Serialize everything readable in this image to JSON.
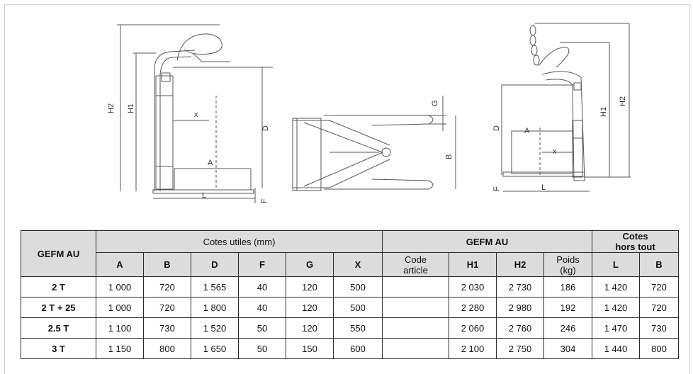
{
  "drawings": {
    "side_view": {
      "labels": [
        "H2",
        "H1",
        "x",
        "D",
        "A",
        "L",
        "F"
      ]
    },
    "top_view": {
      "labels": [
        "G",
        "B"
      ]
    },
    "other_view": {
      "labels": [
        "H1",
        "H2",
        "D",
        "A",
        "x",
        "F",
        "L"
      ]
    }
  },
  "table": {
    "model_header": "GEFM AU",
    "group_cotes_utiles": "Cotes utiles (mm)",
    "group_gefm": "GEFM AU",
    "group_hors_tout_line1": "Cotes",
    "group_hors_tout_line2": "hors tout",
    "col_A": "A",
    "col_B": "B",
    "col_D": "D",
    "col_F": "F",
    "col_G": "G",
    "col_X": "X",
    "col_code_line1": "Code",
    "col_code_line2": "article",
    "col_H1": "H1",
    "col_H2": "H2",
    "col_poids_line1": "Poids",
    "col_poids_line2": "(kg)",
    "col_L": "L",
    "col_B2": "B",
    "rows": [
      {
        "model": "2 T",
        "A": "1 000",
        "B": "720",
        "D": "1 565",
        "F": "40",
        "G": "120",
        "X": "500",
        "code": "",
        "H1": "2 030",
        "H2": "2 730",
        "poids": "186",
        "L": "1 420",
        "B2": "720"
      },
      {
        "model": "2 T + 25",
        "A": "1 000",
        "B": "720",
        "D": "1 800",
        "F": "40",
        "G": "120",
        "X": "500",
        "code": "",
        "H1": "2 280",
        "H2": "2 980",
        "poids": "192",
        "L": "1 420",
        "B2": "720"
      },
      {
        "model": "2.5 T",
        "A": "1 100",
        "B": "730",
        "D": "1 520",
        "F": "50",
        "G": "120",
        "X": "550",
        "code": "",
        "H1": "2 060",
        "H2": "2 760",
        "poids": "246",
        "L": "1 470",
        "B2": "730"
      },
      {
        "model": "3 T",
        "A": "1 150",
        "B": "800",
        "D": "1 650",
        "F": "50",
        "G": "150",
        "X": "600",
        "code": "",
        "H1": "2 100",
        "H2": "2 750",
        "poids": "304",
        "L": "1 440",
        "B2": "800"
      }
    ]
  }
}
